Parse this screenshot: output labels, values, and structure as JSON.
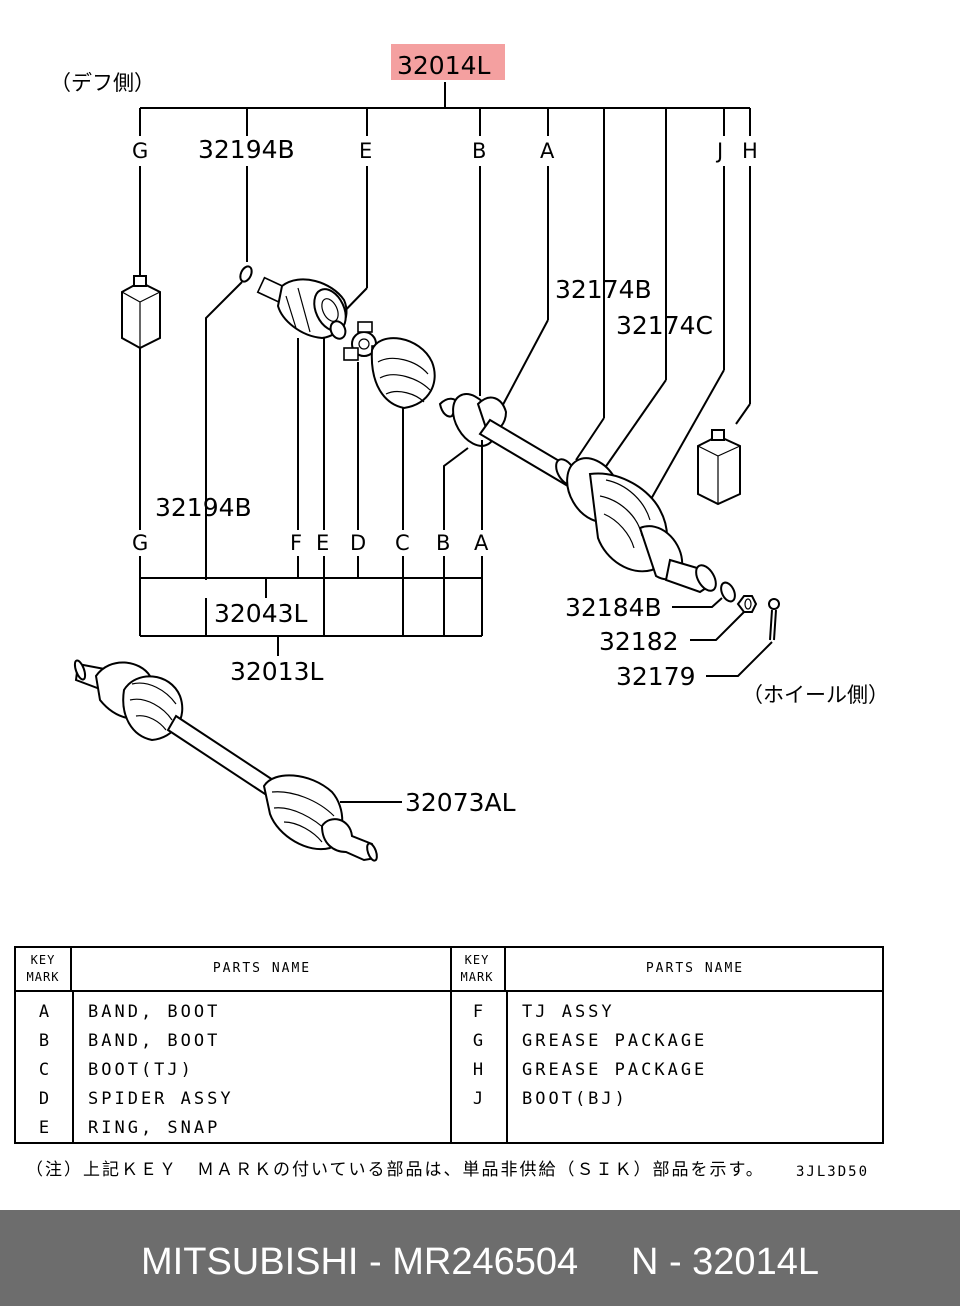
{
  "diagram": {
    "main_part": "32014L",
    "diff_side": "（デフ側）",
    "wheel_side": "（ホイール側）",
    "top_letters": {
      "g": "G",
      "e": "E",
      "b": "B",
      "a": "A",
      "j": "J",
      "h": "H"
    },
    "bottom_letters": {
      "g": "G",
      "f": "F",
      "e": "E",
      "d": "D",
      "c": "C",
      "b": "B",
      "a": "A"
    },
    "labels": {
      "p32194b_top": "32194B",
      "p32194b_mid": "32194B",
      "p32174b": "32174B",
      "p32174c": "32174C",
      "p32043l": "32043L",
      "p32013l": "32013L",
      "p32184b": "32184B",
      "p32182": "32182",
      "p32179": "32179",
      "p32073al": "32073AL"
    },
    "highlight_color": "#f4a0a0"
  },
  "legend": {
    "key_mark_header": [
      "KEY",
      "MARK"
    ],
    "parts_name_header": "PARTS NAME",
    "left_rows": [
      {
        "key": "A",
        "name": "BAND, BOOT"
      },
      {
        "key": "B",
        "name": "BAND, BOOT"
      },
      {
        "key": "C",
        "name": "BOOT(TJ)"
      },
      {
        "key": "D",
        "name": "SPIDER ASSY"
      },
      {
        "key": "E",
        "name": "RING, SNAP"
      }
    ],
    "right_rows": [
      {
        "key": "F",
        "name": "TJ ASSY"
      },
      {
        "key": "G",
        "name": "GREASE PACKAGE"
      },
      {
        "key": "H",
        "name": "GREASE PACKAGE"
      },
      {
        "key": "J",
        "name": "BOOT(BJ)"
      }
    ]
  },
  "footnote": "（注）上記ＫＥＹ　ＭＡＲＫの付いている部品は、単品非供給（ＳＩＫ）部品を示す。",
  "diagram_code": "3JL3D50",
  "banner": "MITSUBISHI - MR246504     N - 32014L"
}
